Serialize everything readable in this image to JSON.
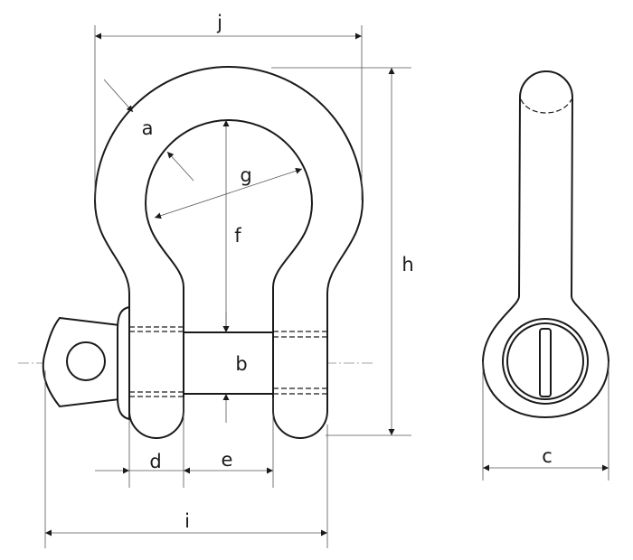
{
  "title": "Bow shackle dimension diagram",
  "labels": {
    "a": "a",
    "b": "b",
    "c": "c",
    "d": "d",
    "e": "e",
    "f": "f",
    "g": "g",
    "h": "h",
    "i": "i",
    "j": "j"
  },
  "colors": {
    "line": "#1a1a1a",
    "dimension": "#555555"
  }
}
